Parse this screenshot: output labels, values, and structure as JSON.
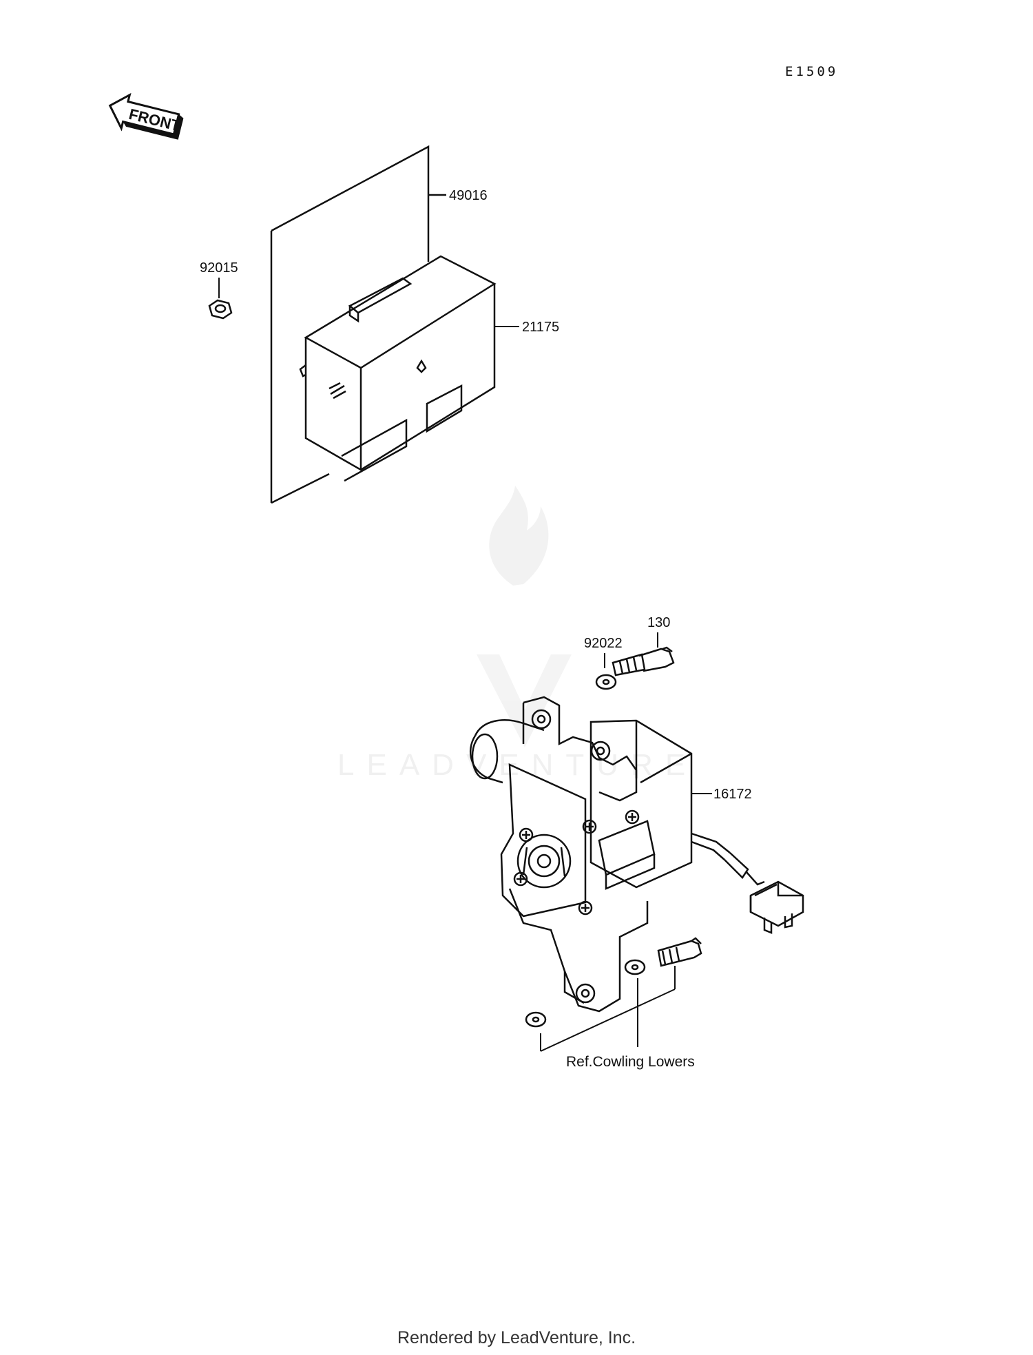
{
  "diagram": {
    "code": "E1509",
    "front_arrow_label": "FRONT",
    "callouts": {
      "c49016": "49016",
      "c92015": "92015",
      "c21175": "21175",
      "c130": "130",
      "c92022": "92022",
      "c16172": "16172"
    },
    "ref_note": "Ref.Cowling Lowers"
  },
  "watermark": {
    "text": "LEADVENTURE"
  },
  "footer": {
    "rendered_by": "Rendered by LeadVenture, Inc."
  }
}
